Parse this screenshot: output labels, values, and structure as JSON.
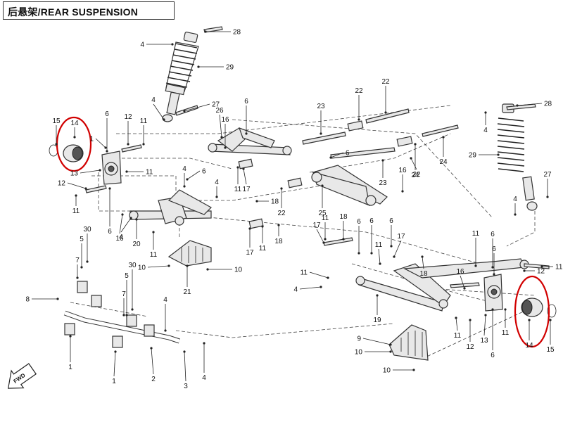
{
  "title": "后悬架/REAR SUSPENSION",
  "forward_label": "FWD",
  "highlight_color": "#d10000",
  "callouts": {
    "c1": "28",
    "c2": "4",
    "c3": "29",
    "c4": "27",
    "c5": "4",
    "c6": "26",
    "c7": "6",
    "c8": "15",
    "c9": "14",
    "c10": "1",
    "c11": "12",
    "c12": "11",
    "c13": "13",
    "c14": "11",
    "c15": "12",
    "c16": "11",
    "c17": "6",
    "c18": "16",
    "c19": "6",
    "c20": "4",
    "c21": "22",
    "c22": "23",
    "c23": "22",
    "c24": "24",
    "c25": "6",
    "c26": "24",
    "c27": "23",
    "c28": "22",
    "c29": "16",
    "c30": "4",
    "c31": "22",
    "c32": "25",
    "c33": "28",
    "c34": "4",
    "c35": "29",
    "c36": "27",
    "c37": "4",
    "c38": "6",
    "c39": "16",
    "c40": "11",
    "c41": "17",
    "c42": "18",
    "c43": "20",
    "c44": "11",
    "c45": "4",
    "c46": "17",
    "c47": "11",
    "c48": "18",
    "c49": "30",
    "c50": "5",
    "c51": "7",
    "c52": "10",
    "c53": "10",
    "c54": "21",
    "c55": "17",
    "c56": "11",
    "c57": "18",
    "c58": "6",
    "c59": "6",
    "c60": "6",
    "c61": "11",
    "c62": "17",
    "c63": "18",
    "c64": "11",
    "c65": "6",
    "c66": "11",
    "c67": "12",
    "c68": "11",
    "c69": "4",
    "c70": "19",
    "c71": "16",
    "c72": "11",
    "c73": "6",
    "c74": "12",
    "c75": "13",
    "c76": "14",
    "c77": "15",
    "c78": "11",
    "c79": "6",
    "c80": "9",
    "c81": "10",
    "c82": "10",
    "c83": "8",
    "c84": "1",
    "c85": "1",
    "c86": "30",
    "c87": "5",
    "c88": "7",
    "c89": "4",
    "c90": "2",
    "c91": "4",
    "c92": "3"
  }
}
